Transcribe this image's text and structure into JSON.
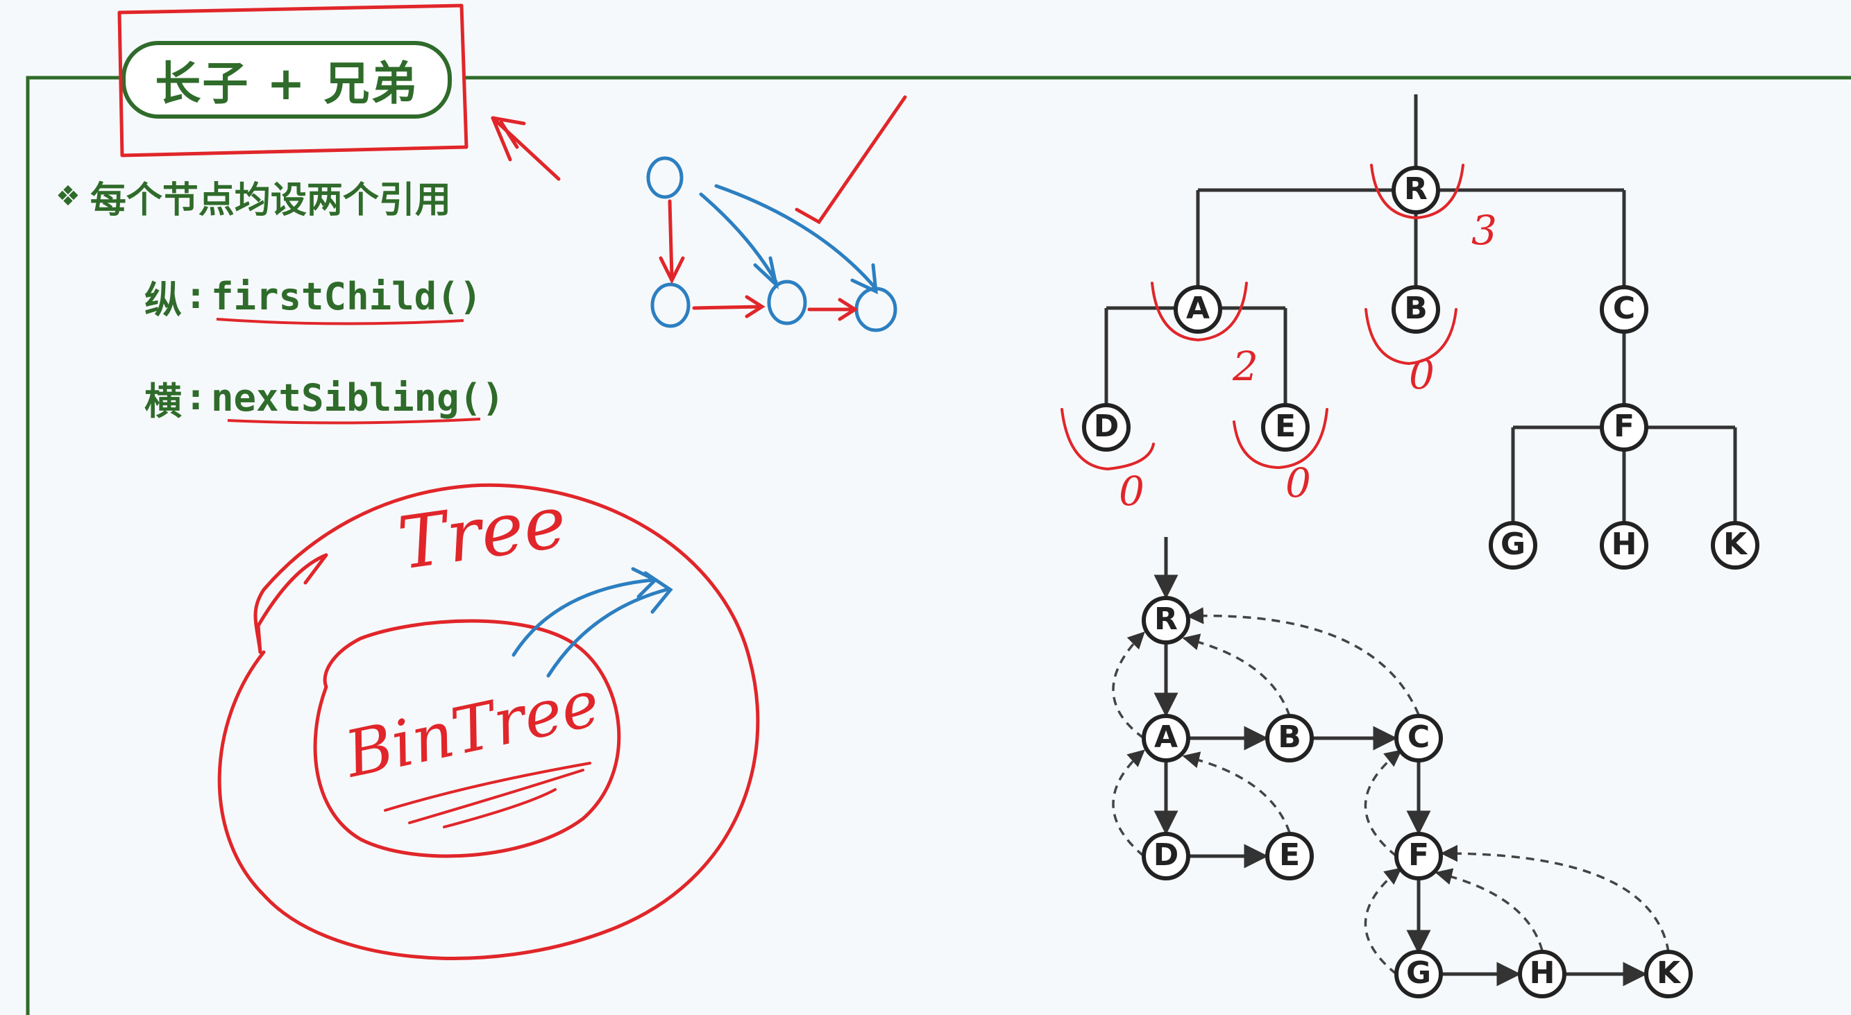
{
  "title": "长子 + 兄弟",
  "heading": "每个节点均设两个引用",
  "vertical_ref": {
    "label": "纵",
    "method": "firstChild()"
  },
  "horizontal_ref": {
    "label": "横",
    "method": "nextSibling()"
  },
  "venn": {
    "outer": "Tree",
    "inner": "BinTree"
  },
  "tree_nodes": [
    "R",
    "A",
    "B",
    "C",
    "D",
    "E",
    "F",
    "G",
    "H",
    "K"
  ],
  "degree_annotations": {
    "R": "3",
    "A": "2",
    "B": "0",
    "D": "0",
    "E": "0"
  },
  "colors": {
    "frame_green": "#2f6b2a",
    "annotation_red": "#e0262a",
    "annotation_blue": "#2c7fc1",
    "node_stroke": "#222222"
  }
}
